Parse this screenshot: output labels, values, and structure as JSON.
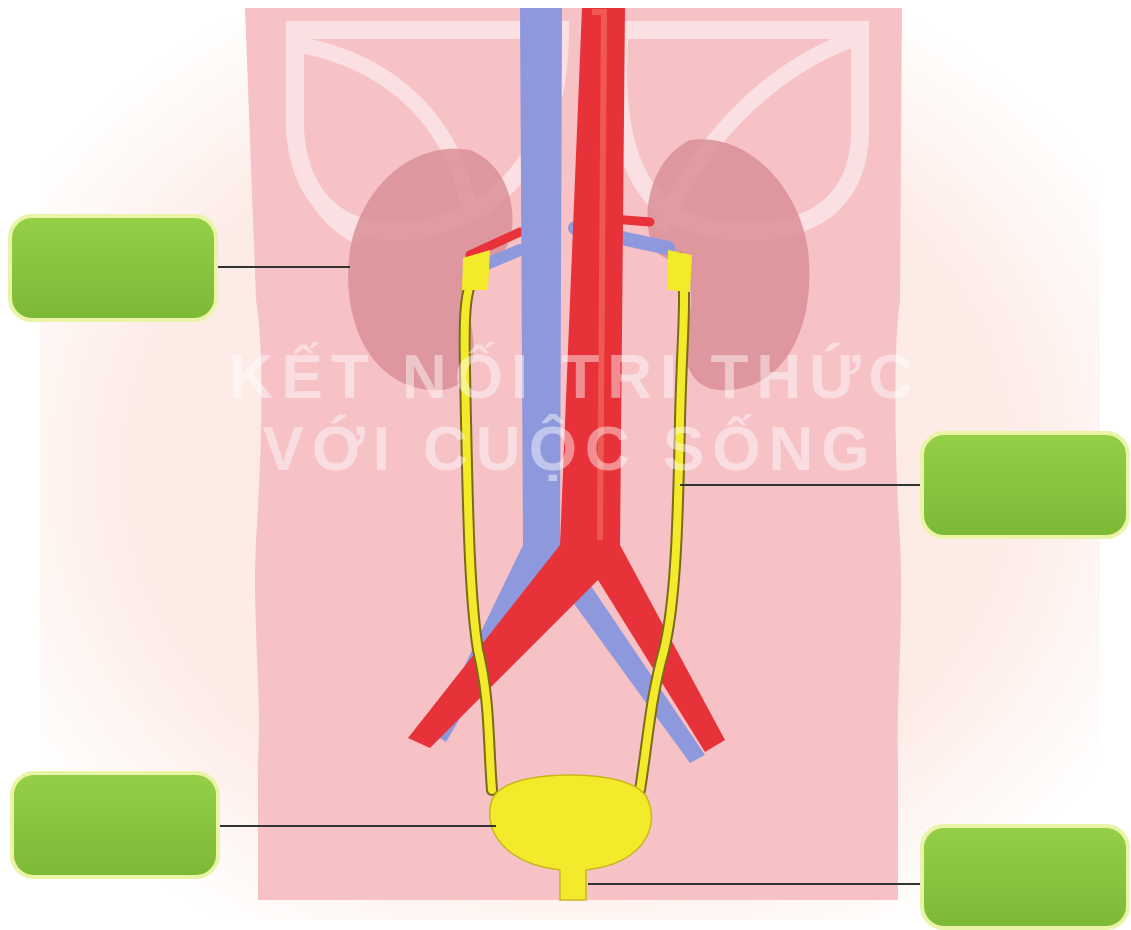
{
  "watermark": {
    "line1": "KẾT NỐI TRI THỨC",
    "line2": "VỚI CUỘC SỐNG"
  },
  "colors": {
    "body": "#f7c5c8",
    "kidney": "#d98f98",
    "vein": "#8e98dc",
    "artery": "#e8323a",
    "urinary": "#f2ea2a",
    "label_box": "#8cc63f",
    "label_border": "#e9f4a6"
  },
  "labels": [
    {
      "id": "kidney",
      "text": ""
    },
    {
      "id": "ureter",
      "text": ""
    },
    {
      "id": "bladder",
      "text": ""
    },
    {
      "id": "urethra",
      "text": ""
    }
  ]
}
